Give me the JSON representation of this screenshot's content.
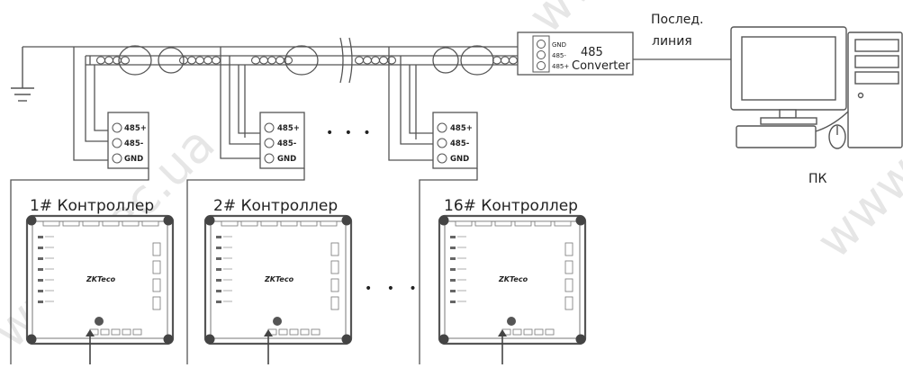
{
  "converter": {
    "title_line1": "485",
    "title_line2": "Converter",
    "terminals": [
      "GND",
      "485-",
      "485+"
    ]
  },
  "line_label": {
    "line1": "Послед.",
    "line2": "линия"
  },
  "pc_label": "ПК",
  "terminal_blocks": [
    {
      "terminals": [
        "485+",
        "485-",
        "GND"
      ]
    },
    {
      "terminals": [
        "485+",
        "485-",
        "GND"
      ]
    },
    {
      "terminals": [
        "485+",
        "485-",
        "GND"
      ]
    }
  ],
  "ellipsis": "• • •",
  "controllers": [
    {
      "label": "1# Контроллер"
    },
    {
      "label": "2# Контроллер"
    },
    {
      "label": "16# Контроллер"
    }
  ],
  "watermark": "www.sec.ua",
  "logo": "ZKTeco",
  "colors": {
    "line": "#555555",
    "board": "#555555",
    "board_fill": "#ffffff"
  }
}
